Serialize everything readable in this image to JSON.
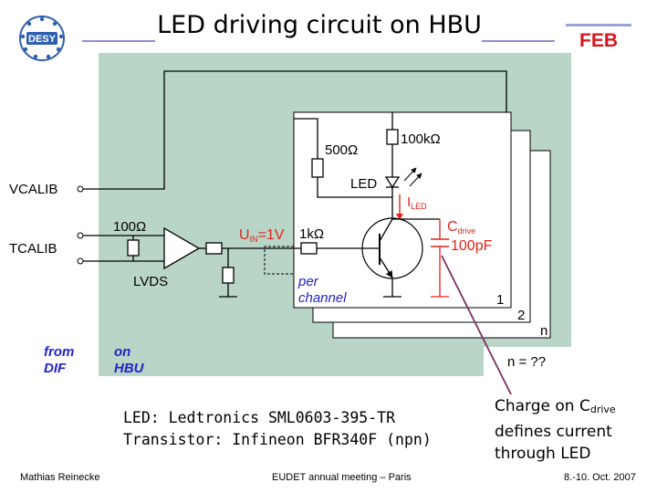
{
  "title": "LED driving circuit on HBU",
  "logos": {
    "left": "DESY",
    "right": "FEB"
  },
  "colors": {
    "board_bg": "#b9d5c7",
    "red_label": "#e2231a",
    "blue_label": "#2323c8",
    "title_rule": "#8a93c9",
    "arrow_line": "#7a3060",
    "capacitor": "#e2231a"
  },
  "circuit": {
    "inputs": [
      "VCALIB",
      "TCALIB"
    ],
    "components": {
      "r_100k": "100kΩ",
      "r_500": "500Ω",
      "led": "LED",
      "i_led_main": "I",
      "i_led_sub": "LED",
      "r_100": "100Ω",
      "uin_main": "U",
      "uin_sub": "IN",
      "uin_value": "=1V",
      "r_1k": "1kΩ",
      "c_main": "C",
      "c_sub": "drive",
      "c_value": "100pF",
      "lvds": "LVDS"
    },
    "per_channel": [
      "per",
      "channel"
    ],
    "channel_labels": [
      "1",
      "2",
      "n"
    ],
    "n_count": "n = ??",
    "region_labels": {
      "from_dif": [
        "from",
        "DIF"
      ],
      "on_hbu": [
        "on",
        "HBU"
      ]
    }
  },
  "notes": {
    "led_part": "LED: Ledtronics SML0603-395-TR",
    "transistor_part": "Transistor: Infineon BFR340F (npn)"
  },
  "right_note": {
    "line1_prefix": "Charge on C",
    "line1_sub": "drive",
    "line2": "defines current",
    "line3": "through LED"
  },
  "footer": {
    "author": "Mathias Reinecke",
    "event": "EUDET annual meeting – Paris",
    "date": "8.-10. Oct. 2007"
  }
}
